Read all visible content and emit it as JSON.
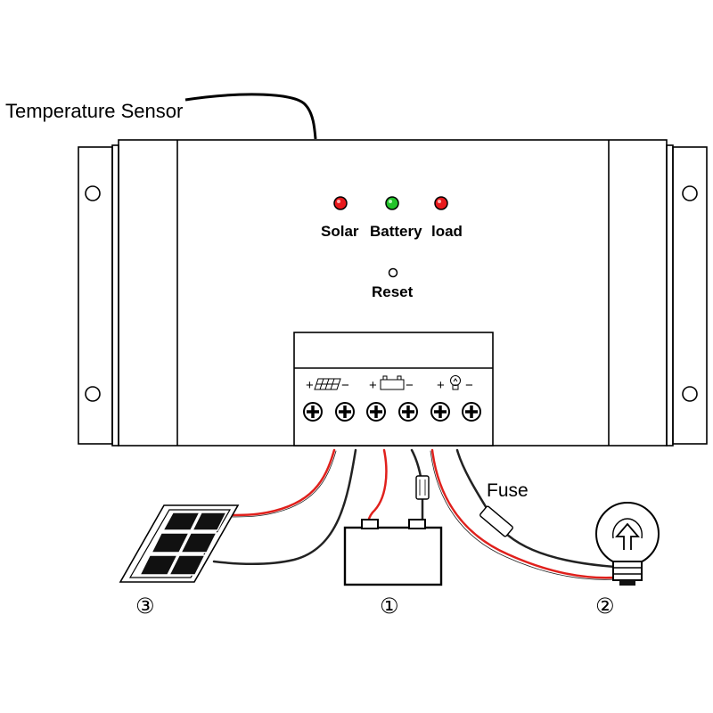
{
  "labels": {
    "temperature_sensor": "Temperature Sensor",
    "solar": "Solar",
    "battery": "Battery",
    "load": "load",
    "reset": "Reset",
    "fuse": "Fuse",
    "battery_number": "①",
    "load_number": "②",
    "solar_number": "③"
  },
  "terminal_strip": {
    "plus": "+",
    "minus": "−"
  },
  "colors": {
    "outline": "#000000",
    "wire_red": "#e0201c",
    "wire_black": "#222222",
    "led_red": "#e8191c",
    "led_green": "#22c32a",
    "background": "#ffffff"
  },
  "icons": [
    "solar-panel-icon",
    "battery-icon",
    "bulb-icon",
    "screw-terminal-icon"
  ]
}
